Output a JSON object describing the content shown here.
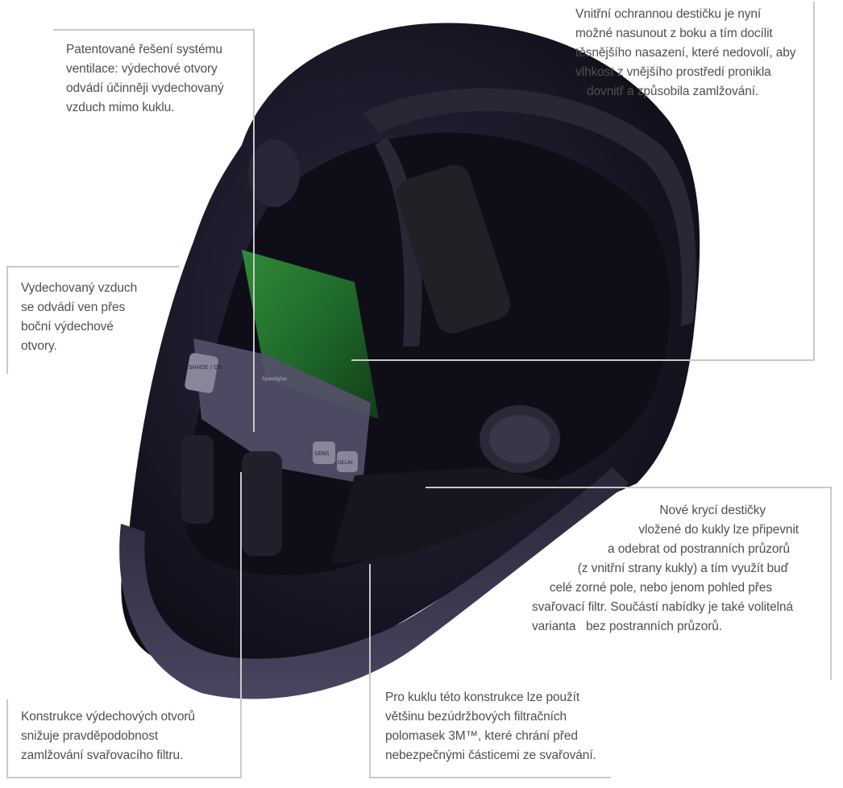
{
  "callouts": {
    "ventilation": {
      "lines": [
        "Patentované řešení systému",
        "ventilace: výdechové otvory",
        "odvádí účinněji vydechovaný",
        "vzduch mimo kuklu."
      ]
    },
    "protective_plate": {
      "lines": [
        "Vnitřní ochrannou destičku je nyní",
        "možné nasunout z boku a tím docílit",
        "těsnějšího nasazení, které nedovolí, aby",
        "vlhkost z vnějšího prostředí pronikla",
        "dovnitř a způsobila zamlžování."
      ]
    },
    "exhaled_air": {
      "lines": [
        "Vydechovaný vzduch",
        "se odvádí ven přes",
        "boční výdechové",
        "otvory."
      ]
    },
    "cover_plates": {
      "lines": [
        "Nové krycí destičky",
        "vložené do kukly lze připevnit",
        "a odebrat od postranních průzorů",
        "(z vnitřní strany kukly) a tím využít buď",
        "celé zorné pole, nebo jenom pohled přes",
        "svařovací filtr. Součástí nabídky je také volitelná",
        "varianta   bez postranních průzorů."
      ]
    },
    "exhaust_design": {
      "lines": [
        "Konstrukce výdechových otvorů",
        "snižuje pravděpodobnost",
        "zamlžování svařovacího filtru."
      ]
    },
    "respirator": {
      "lines": [
        "Pro kuklu této konstrukce lze použít",
        "většinu bezúdržbových filtračních",
        "polomasek 3M™, které chrání před",
        "nebezpečnými částicemi ze svařování."
      ]
    }
  },
  "helmet_labels": {
    "brand": "Speedglas",
    "shade_on": "SHADE / ON",
    "sens": "SENS",
    "delay": "DELAY"
  },
  "colors": {
    "helmet": "#1d1a2b",
    "helmet_edge": "#3a3550",
    "lens": "#1f6b2a",
    "leader": "#c9c9c9",
    "text": "#4f4f4f"
  }
}
